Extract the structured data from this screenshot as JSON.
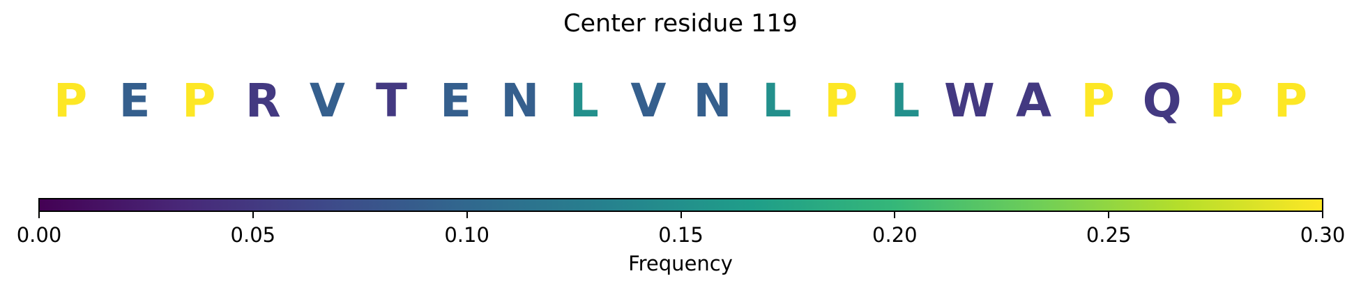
{
  "chart_data": {
    "type": "sequence-colormap",
    "title": "Center residue 119",
    "residues": [
      {
        "letter": "P",
        "frequency": 0.3
      },
      {
        "letter": "E",
        "frequency": 0.09
      },
      {
        "letter": "P",
        "frequency": 0.3
      },
      {
        "letter": "R",
        "frequency": 0.05
      },
      {
        "letter": "V",
        "frequency": 0.09
      },
      {
        "letter": "T",
        "frequency": 0.05
      },
      {
        "letter": "E",
        "frequency": 0.09
      },
      {
        "letter": "N",
        "frequency": 0.09
      },
      {
        "letter": "L",
        "frequency": 0.15
      },
      {
        "letter": "V",
        "frequency": 0.09
      },
      {
        "letter": "N",
        "frequency": 0.09
      },
      {
        "letter": "L",
        "frequency": 0.15
      },
      {
        "letter": "P",
        "frequency": 0.3
      },
      {
        "letter": "L",
        "frequency": 0.15
      },
      {
        "letter": "W",
        "frequency": 0.05
      },
      {
        "letter": "A",
        "frequency": 0.05
      },
      {
        "letter": "P",
        "frequency": 0.3
      },
      {
        "letter": "Q",
        "frequency": 0.05
      },
      {
        "letter": "P",
        "frequency": 0.3
      },
      {
        "letter": "P",
        "frequency": 0.3
      }
    ],
    "colorbar": {
      "label": "Frequency",
      "range": [
        0,
        0.3
      ],
      "ticks": [
        "0.00",
        "0.05",
        "0.10",
        "0.15",
        "0.20",
        "0.25",
        "0.30"
      ],
      "colormap": "viridis",
      "colors": [
        "#440154",
        "#482878",
        "#3e4989",
        "#31688e",
        "#26828e",
        "#1f9e89",
        "#35b779",
        "#6ece58",
        "#b5de2b",
        "#fde725"
      ]
    }
  }
}
